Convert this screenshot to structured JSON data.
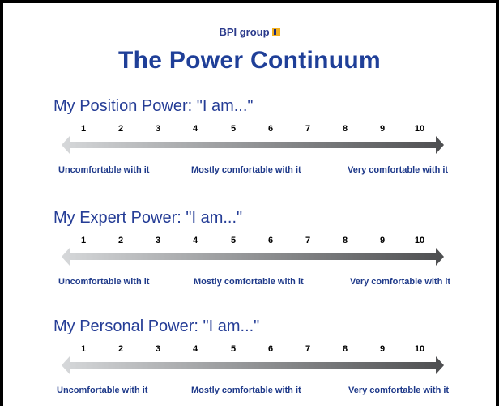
{
  "header": {
    "logo_text": "BPI group",
    "title": "The Power Continuum"
  },
  "scale": {
    "numbers": [
      "1",
      "2",
      "3",
      "4",
      "5",
      "6",
      "7",
      "8",
      "9",
      "10"
    ],
    "gradient_start": "#d6d8da",
    "gradient_end": "#4d4e50"
  },
  "sections": [
    {
      "heading": "My Position Power: \"I am...\"",
      "labels": [
        "Uncomfortable with it",
        "Mostly comfortable with it",
        "Very comfortable with it"
      ]
    },
    {
      "heading": "My Expert Power: \"I am...\"",
      "labels": [
        "Uncomfortable with it",
        "Mostly comfortable with it",
        "Very comfortable with it"
      ]
    },
    {
      "heading": "My Personal Power: \"I am...\"",
      "labels": [
        "Uncomfortable with it",
        "Mostly comfortable with it",
        "Very comfortable with it"
      ]
    }
  ]
}
